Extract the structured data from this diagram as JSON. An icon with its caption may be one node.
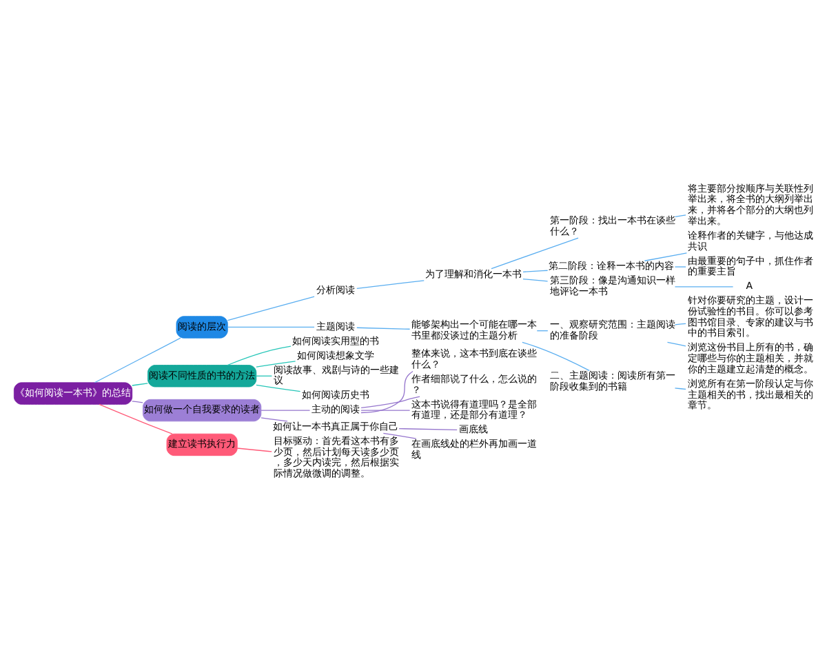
{
  "diagram": {
    "nodes": [
      {
        "text": [
          "《如何阅读一本书》的总结"
        ]
      },
      {
        "text": [
          "阅读的层次"
        ]
      },
      {
        "text": [
          "分析阅读"
        ]
      },
      {
        "text": [
          "为了理解和消化一本书"
        ]
      },
      {
        "text": [
          "第一阶段：找出一本书在谈些什么？"
        ]
      },
      {
        "text": [
          "将主要部分按顺序与关联性列举出来，将全书的大纲列举出来，并将各个部分的大纲也列举出来。"
        ]
      },
      {
        "text": [
          "第二阶段：诠释一本书的内容"
        ]
      },
      {
        "text": [
          "诠释作者的关键字，与他达成共识"
        ]
      },
      {
        "text": [
          "由最重要的句子中，抓住作者的重要主旨"
        ]
      },
      {
        "text": [
          "第三阶段：像是沟通知识一样地评论一本书"
        ]
      },
      {
        "text": [
          "A"
        ]
      },
      {
        "text": [
          "主题阅读"
        ]
      },
      {
        "text": [
          "能够架构出一个可能在哪一本书里都没谈过的主题分析"
        ]
      },
      {
        "text": [
          "一、观察研究范围：主题阅读的准备阶段"
        ]
      },
      {
        "text": [
          "针对你要研究的主题，设计一份试验性的书目。你可以参考图书馆目录、专家的建议与书中的书目索引。"
        ]
      },
      {
        "text": [
          "浏览这份书目上所有的书，确定哪些与你的主题相关，并就你的主题建立起清楚的概念。"
        ]
      },
      {
        "text": [
          "二、主题阅读：阅读所有第一阶段收集到的书籍"
        ]
      },
      {
        "text": [
          "浏览所有在第一阶段认定与你主题相关的书，找出最相关的章节。"
        ]
      },
      {
        "text": [
          "阅读不同性质的书的方法"
        ]
      },
      {
        "text": [
          "如何阅读实用型的书"
        ]
      },
      {
        "text": [
          "如何阅读想象文学"
        ]
      },
      {
        "text": [
          "阅读故事、戏剧与诗的一些建议"
        ]
      },
      {
        "text": [
          "如何阅读历史书"
        ]
      },
      {
        "text": [
          "如何做一个自我要求的读者"
        ]
      },
      {
        "text": [
          "主动的阅读"
        ]
      },
      {
        "text": [
          "整体来说，这本书到底在谈些什么？"
        ]
      },
      {
        "text": [
          "作者细部说了什么，怎么说的？"
        ]
      },
      {
        "text": [
          "这本书说得有道理吗？是全部有道理，还是部分有道理？"
        ]
      },
      {
        "text": [
          "如何让一本书真正属于你自己"
        ]
      },
      {
        "text": [
          "画底线"
        ]
      },
      {
        "text": [
          "在画底线处的栏外再加画一道线"
        ]
      },
      {
        "text": [
          "建立读书执行力"
        ]
      },
      {
        "text": [
          "目标驱动：首先看这本书有多少页，然后计划每天读多少页，多少天内读完，然后根据实际情况做微调的调整。"
        ]
      }
    ],
    "edges": [
      {
        "from": 0,
        "to": 1,
        "arrow": "none"
      },
      {
        "from": 1,
        "to": 2,
        "arrow": "none"
      },
      {
        "from": 2,
        "to": 3,
        "arrow": "none"
      },
      {
        "from": 3,
        "to": 4,
        "arrow": "none"
      },
      {
        "from": 4,
        "to": 5,
        "arrow": "none"
      },
      {
        "from": 3,
        "to": 6,
        "arrow": "none"
      },
      {
        "from": 6,
        "to": 7,
        "arrow": "none"
      },
      {
        "from": 6,
        "to": 8,
        "arrow": "none"
      },
      {
        "from": 3,
        "to": 9,
        "arrow": "none"
      },
      {
        "from": 9,
        "to": 10,
        "arrow": "none"
      },
      {
        "from": 1,
        "to": 11,
        "arrow": "none"
      },
      {
        "from": 11,
        "to": 12,
        "arrow": "none"
      },
      {
        "from": 12,
        "to": 13,
        "arrow": "none"
      },
      {
        "from": 13,
        "to": 14,
        "arrow": "none"
      },
      {
        "from": 13,
        "to": 15,
        "arrow": "none"
      },
      {
        "from": 12,
        "to": 16,
        "arrow": "none"
      },
      {
        "from": 16,
        "to": 17,
        "arrow": "none"
      },
      {
        "from": 0,
        "to": 18,
        "arrow": "none",
        "color": "#26c6b8"
      },
      {
        "from": 18,
        "to": 19,
        "arrow": "none",
        "color": "#26c6b8"
      },
      {
        "from": 18,
        "to": 20,
        "arrow": "none",
        "color": "#26c6b8"
      },
      {
        "from": 18,
        "to": 21,
        "arrow": "none",
        "color": "#26c6b8"
      },
      {
        "from": 18,
        "to": 22,
        "arrow": "none",
        "color": "#26c6b8"
      },
      {
        "from": 0,
        "to": 23,
        "arrow": "none",
        "color": "#9575cd"
      },
      {
        "from": 23,
        "to": 24,
        "arrow": "none",
        "color": "#9575cd"
      },
      {
        "from": 24,
        "to": 25,
        "arrow": "none",
        "color": "#9575cd"
      },
      {
        "from": 24,
        "to": 26,
        "arrow": "none",
        "color": "#9575cd"
      },
      {
        "from": 24,
        "to": 27,
        "arrow": "none",
        "color": "#9575cd"
      },
      {
        "from": 23,
        "to": 28,
        "arrow": "none",
        "color": "#9575cd"
      },
      {
        "from": 28,
        "to": 29,
        "arrow": "none",
        "color": "#9575cd"
      },
      {
        "from": 28,
        "to": 30,
        "arrow": "none",
        "color": "#9575cd"
      },
      {
        "from": 0,
        "to": 31,
        "arrow": "none",
        "color": "#ff5a78"
      },
      {
        "from": 31,
        "to": 32,
        "arrow": "none",
        "color": "#ff5a78"
      }
    ]
  }
}
